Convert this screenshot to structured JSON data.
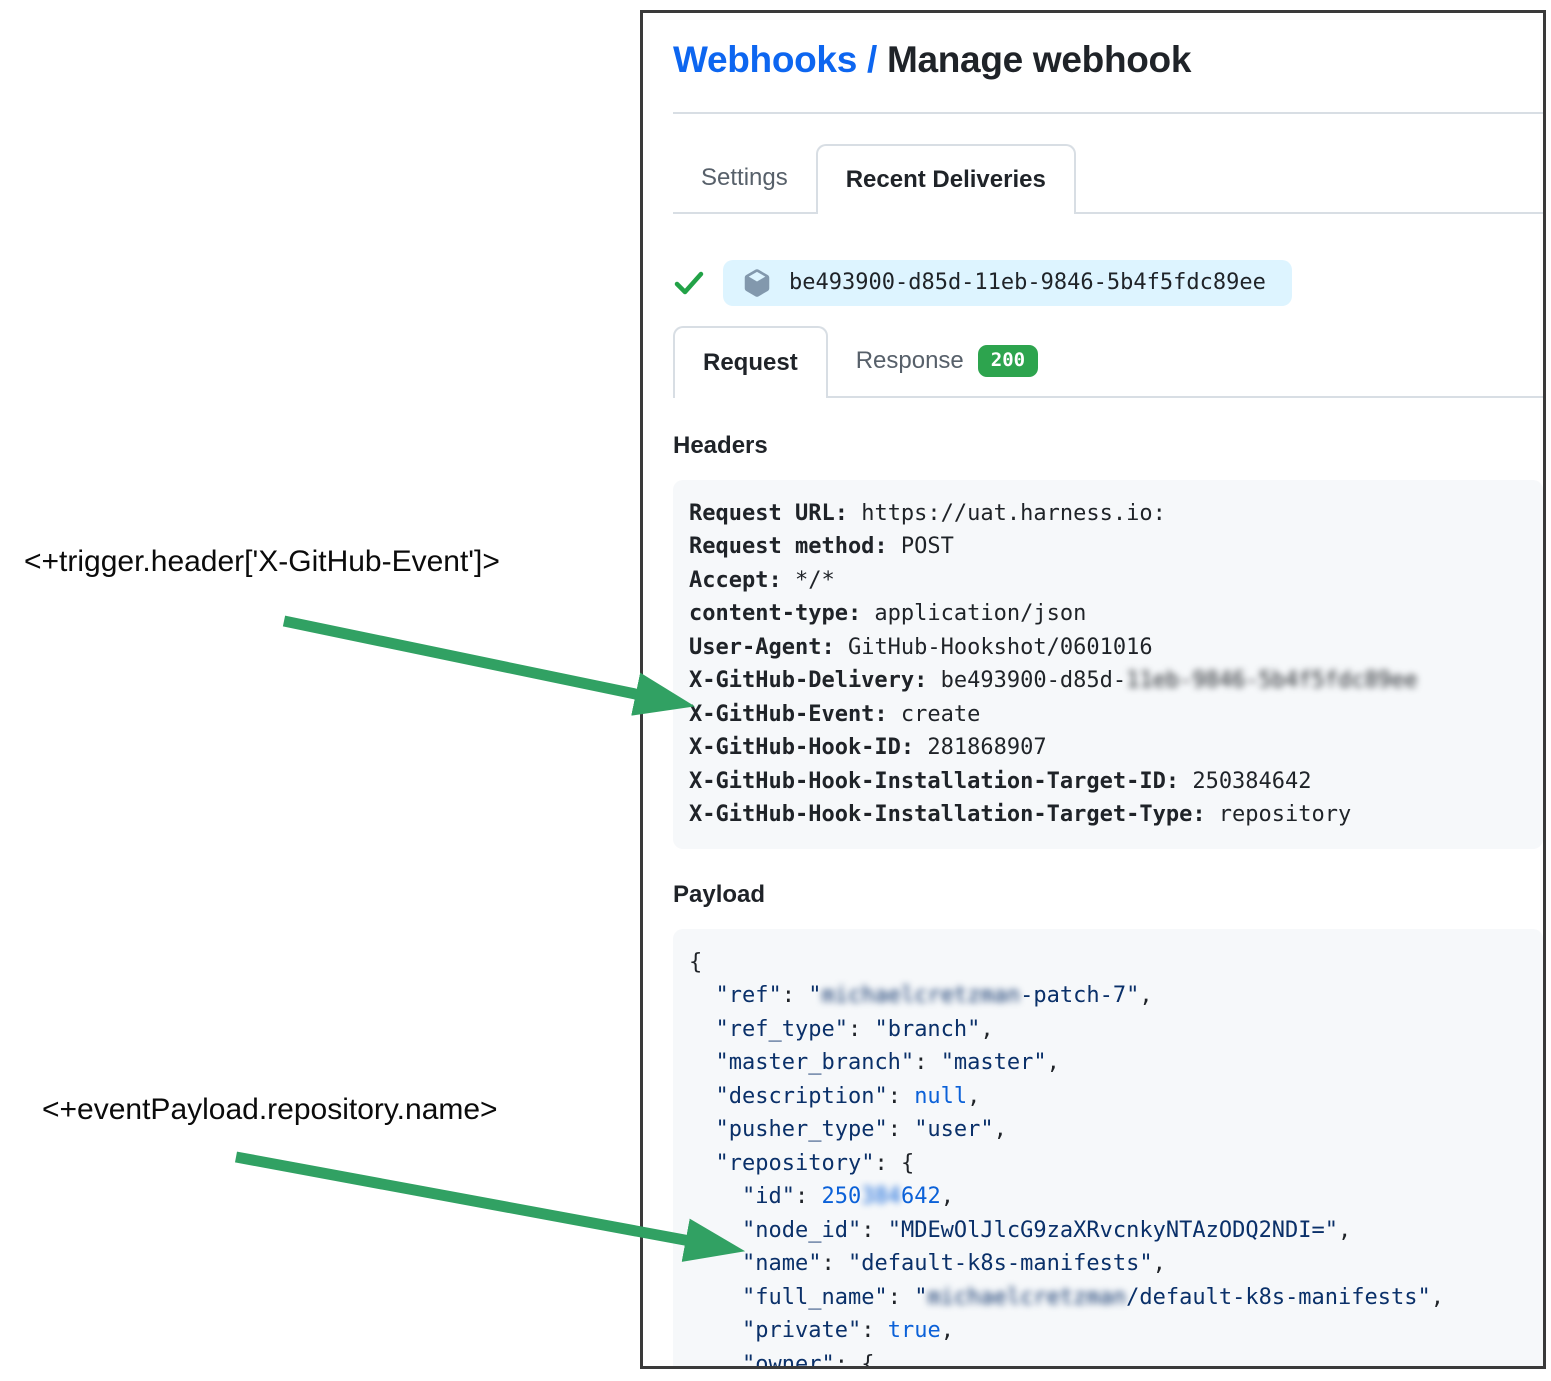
{
  "header": {
    "breadcrumb_link": "Webhooks",
    "breadcrumb_separator": " / ",
    "title": "Manage webhook"
  },
  "main_tabs": {
    "settings": "Settings",
    "recent_deliveries": "Recent Deliveries"
  },
  "delivery": {
    "guid": "be493900-d85d-11eb-9846-5b4f5fdc89ee"
  },
  "delivery_tabs": {
    "request": "Request",
    "response": "Response",
    "status_code": "200"
  },
  "headers_section": {
    "title": "Headers",
    "lines": [
      [
        {
          "c": "lbl",
          "t": "Request URL:"
        },
        {
          "c": "val",
          "t": " https://uat.harness.io:"
        }
      ],
      [
        {
          "c": "lbl",
          "t": "Request method:"
        },
        {
          "c": "val",
          "t": " POST"
        }
      ],
      [
        {
          "c": "lbl",
          "t": "Accept:"
        },
        {
          "c": "val",
          "t": " */*"
        }
      ],
      [
        {
          "c": "lbl",
          "t": "content-type:"
        },
        {
          "c": "val",
          "t": " application/json"
        }
      ],
      [
        {
          "c": "lbl",
          "t": "User-Agent:"
        },
        {
          "c": "val",
          "t": " GitHub-Hookshot/0601016"
        }
      ],
      [
        {
          "c": "lbl",
          "t": "X-GitHub-Delivery:"
        },
        {
          "c": "val",
          "t": " be493900-d85d-"
        },
        {
          "c": "val",
          "t": "11eb-9846-5b4f5fdc89ee",
          "blur": true
        }
      ],
      [
        {
          "c": "lbl",
          "t": "X-GitHub-Event:"
        },
        {
          "c": "val",
          "t": " create"
        }
      ],
      [
        {
          "c": "lbl",
          "t": "X-GitHub-Hook-ID:"
        },
        {
          "c": "val",
          "t": " 281868907"
        }
      ],
      [
        {
          "c": "lbl",
          "t": "X-GitHub-Hook-Installation-Target-ID:"
        },
        {
          "c": "val",
          "t": " 250384642"
        }
      ],
      [
        {
          "c": "lbl",
          "t": "X-GitHub-Hook-Installation-Target-Type:"
        },
        {
          "c": "val",
          "t": " repository"
        }
      ]
    ]
  },
  "payload_section": {
    "title": "Payload",
    "lines": [
      [
        {
          "c": "pun",
          "t": "{"
        }
      ],
      [
        {
          "c": "pun",
          "t": "  "
        },
        {
          "c": "key",
          "t": "\"ref\""
        },
        {
          "c": "pun",
          "t": ": "
        },
        {
          "c": "str",
          "t": "\""
        },
        {
          "c": "str",
          "t": "michaelcretzman",
          "blur": true
        },
        {
          "c": "str",
          "t": "-patch-7\""
        },
        {
          "c": "pun",
          "t": ","
        }
      ],
      [
        {
          "c": "pun",
          "t": "  "
        },
        {
          "c": "key",
          "t": "\"ref_type\""
        },
        {
          "c": "pun",
          "t": ": "
        },
        {
          "c": "str",
          "t": "\"branch\""
        },
        {
          "c": "pun",
          "t": ","
        }
      ],
      [
        {
          "c": "pun",
          "t": "  "
        },
        {
          "c": "key",
          "t": "\"master_branch\""
        },
        {
          "c": "pun",
          "t": ": "
        },
        {
          "c": "str",
          "t": "\"master\""
        },
        {
          "c": "pun",
          "t": ","
        }
      ],
      [
        {
          "c": "pun",
          "t": "  "
        },
        {
          "c": "key",
          "t": "\"description\""
        },
        {
          "c": "pun",
          "t": ": "
        },
        {
          "c": "num",
          "t": "null"
        },
        {
          "c": "pun",
          "t": ","
        }
      ],
      [
        {
          "c": "pun",
          "t": "  "
        },
        {
          "c": "key",
          "t": "\"pusher_type\""
        },
        {
          "c": "pun",
          "t": ": "
        },
        {
          "c": "str",
          "t": "\"user\""
        },
        {
          "c": "pun",
          "t": ","
        }
      ],
      [
        {
          "c": "pun",
          "t": "  "
        },
        {
          "c": "key",
          "t": "\"repository\""
        },
        {
          "c": "pun",
          "t": ": {"
        }
      ],
      [
        {
          "c": "pun",
          "t": "    "
        },
        {
          "c": "key",
          "t": "\"id\""
        },
        {
          "c": "pun",
          "t": ": "
        },
        {
          "c": "num",
          "t": "250"
        },
        {
          "c": "num",
          "t": "384",
          "blur": true
        },
        {
          "c": "num",
          "t": "642"
        },
        {
          "c": "pun",
          "t": ","
        }
      ],
      [
        {
          "c": "pun",
          "t": "    "
        },
        {
          "c": "key",
          "t": "\"node_id\""
        },
        {
          "c": "pun",
          "t": ": "
        },
        {
          "c": "str",
          "t": "\"MDEwOlJlcG9zaXRvcnkyNTAzODQ2NDI=\""
        },
        {
          "c": "pun",
          "t": ","
        }
      ],
      [
        {
          "c": "pun",
          "t": "    "
        },
        {
          "c": "key",
          "t": "\"name\""
        },
        {
          "c": "pun",
          "t": ": "
        },
        {
          "c": "str",
          "t": "\"default-k8s-manifests\""
        },
        {
          "c": "pun",
          "t": ","
        }
      ],
      [
        {
          "c": "pun",
          "t": "    "
        },
        {
          "c": "key",
          "t": "\"full_name\""
        },
        {
          "c": "pun",
          "t": ": "
        },
        {
          "c": "str",
          "t": "\""
        },
        {
          "c": "str",
          "t": "michaelcretzman",
          "blur": true
        },
        {
          "c": "str",
          "t": "/default-k8s-manifests\""
        },
        {
          "c": "pun",
          "t": ","
        }
      ],
      [
        {
          "c": "pun",
          "t": "    "
        },
        {
          "c": "key",
          "t": "\"private\""
        },
        {
          "c": "pun",
          "t": ": "
        },
        {
          "c": "num",
          "t": "true"
        },
        {
          "c": "pun",
          "t": ","
        }
      ],
      [
        {
          "c": "pun",
          "t": "    "
        },
        {
          "c": "key",
          "t": "\"owner\""
        },
        {
          "c": "pun",
          "t": ": {"
        }
      ]
    ]
  },
  "annotations": {
    "trigger_expression": "<+trigger.header['X-GitHub-Event']>",
    "payload_expression": "<+eventPayload.repository.name>"
  },
  "colors": {
    "accent_link": "#0d66f0",
    "arrow_green": "#31a163",
    "check_green": "#22a247",
    "badge_green": "#2da44e",
    "delivery_pill_bg": "#ddf4ff",
    "code_box_bg": "#f6f8fa",
    "code_string": "#0a3069",
    "code_constant": "#0b61d8"
  }
}
